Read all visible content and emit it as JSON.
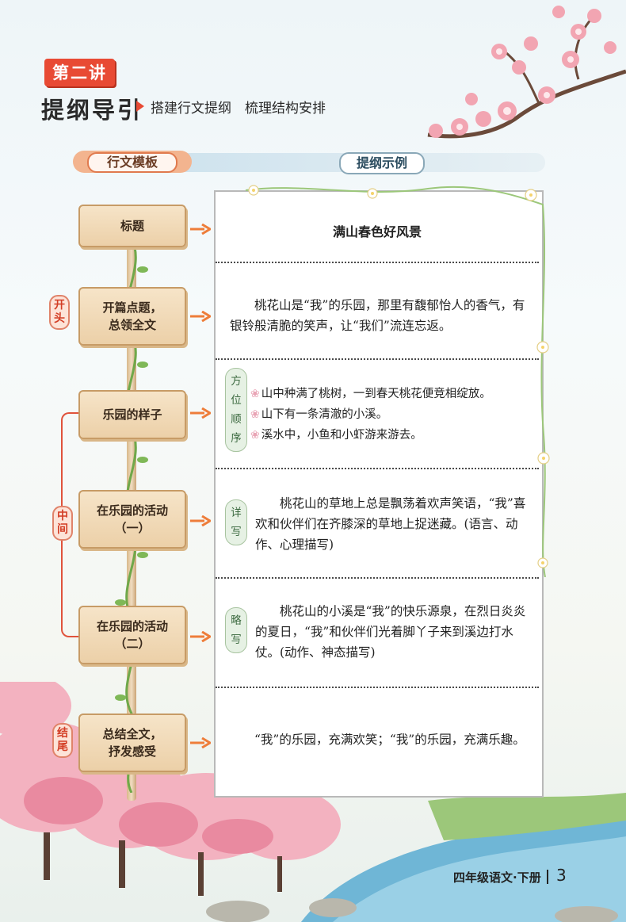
{
  "header": {
    "lesson": "第二讲",
    "title": "提纲导引",
    "subtitle": "搭建行文提纲　梳理结构安排"
  },
  "columns": {
    "template": "行文模板",
    "example": "提纲示例"
  },
  "sections": {
    "opening": "开头",
    "middle": "中间",
    "ending": "结尾"
  },
  "signs": {
    "title": "标题",
    "intro_line1": "开篇点题，",
    "intro_line2": "总领全文",
    "look": "乐园的样子",
    "act1_line1": "在乐园的活动",
    "act1_line2": "（一）",
    "act2_line1": "在乐园的活动",
    "act2_line2": "（二）",
    "end_line1": "总结全文，",
    "end_line2": "抒发感受"
  },
  "example": {
    "title": "满山春色好风景",
    "intro": "桃花山是“我”的乐园，那里有馥郁怡人的香气，有银铃般清脆的笑声，让“我们”流连忘返。",
    "order_tag": [
      "方",
      "位",
      "顺",
      "序"
    ],
    "look_items": [
      "山中种满了桃树，一到春天桃花便竞相绽放。",
      "山下有一条清澈的小溪。",
      "溪水中，小鱼和小虾游来游去。"
    ],
    "detail_tag": [
      "详",
      "写"
    ],
    "act1": "桃花山的草地上总是飘荡着欢声笑语，“我”喜欢和伙伴们在齐膝深的草地上捉迷藏。(语言、动作、心理描写)",
    "brief_tag": [
      "略",
      "写"
    ],
    "act2": "桃花山的小溪是“我”的快乐源泉，在烈日炎炎的夏日，“我”和伙伴们光着脚丫子来到溪边打水仗。(动作、神态描写)",
    "ending": "“我”的乐园，充满欢笑；“我”的乐园，充满乐趣。"
  },
  "footer": {
    "book": "四年级语文·下册",
    "page": "3"
  },
  "colors": {
    "accent": "#e84a34",
    "wood": "#ecd0a8",
    "vine": "#6fa84a"
  }
}
